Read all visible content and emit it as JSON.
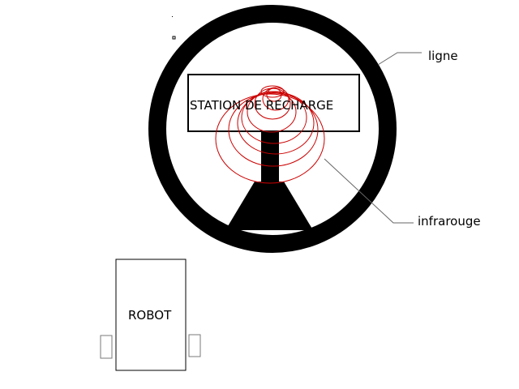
{
  "labels": {
    "station": "STATION DE RECHARGE",
    "robot": "ROBOT",
    "line": "ligne",
    "infrared": "infrarouge"
  },
  "colors": {
    "line": "#000000",
    "infrared": "#cc0000",
    "outline": "#000000",
    "wheel": "#7a7a7a",
    "leader": "#666666",
    "background": "#ffffff"
  }
}
